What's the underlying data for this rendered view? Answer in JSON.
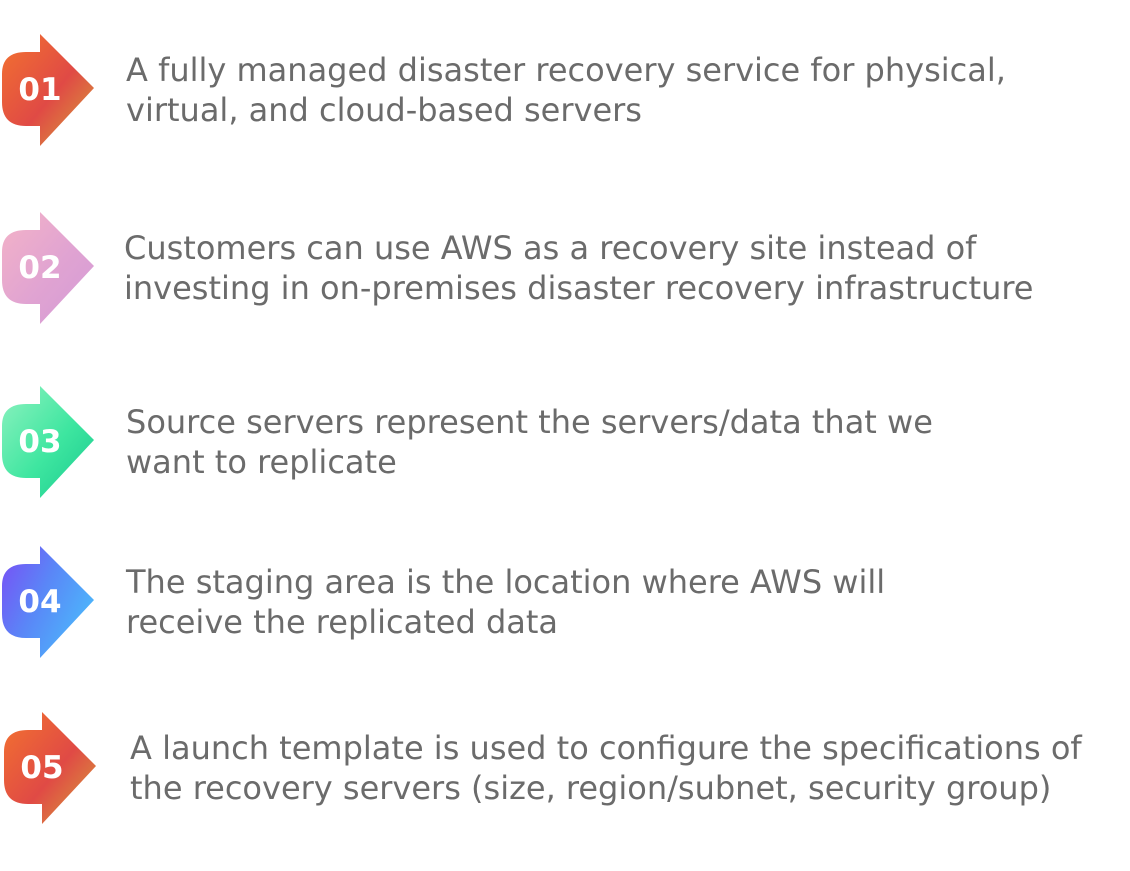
{
  "items": [
    {
      "number": "01",
      "lines": [
        "A fully managed disaster recovery service for physical,",
        "virtual, and cloud-based servers"
      ],
      "gradient": [
        "#f3732f",
        "#e04a45",
        "#d6a43a"
      ]
    },
    {
      "number": "02",
      "lines": [
        "Customers can use AWS as a recovery site instead of",
        "investing in on-premises disaster recovery infrastructure"
      ],
      "gradient": [
        "#f4b3c7",
        "#e0a3d2",
        "#d49bd6"
      ]
    },
    {
      "number": "03",
      "lines": [
        "Source servers represent the servers/data that we",
        "want to replicate"
      ],
      "gradient": [
        "#8ff2c0",
        "#3ee6a0",
        "#19c98e"
      ]
    },
    {
      "number": "04",
      "lines": [
        "The staging area is the location where AWS will",
        "receive the replicated data"
      ],
      "gradient": [
        "#7a4cf5",
        "#5a86f7",
        "#4cb6fb"
      ]
    },
    {
      "number": "05",
      "lines": [
        "A launch template is used to configure the specifications of",
        "the recovery servers (size, region/subnet, security group)"
      ],
      "gradient": [
        "#f3732f",
        "#e04a45",
        "#d6a43a"
      ]
    }
  ]
}
